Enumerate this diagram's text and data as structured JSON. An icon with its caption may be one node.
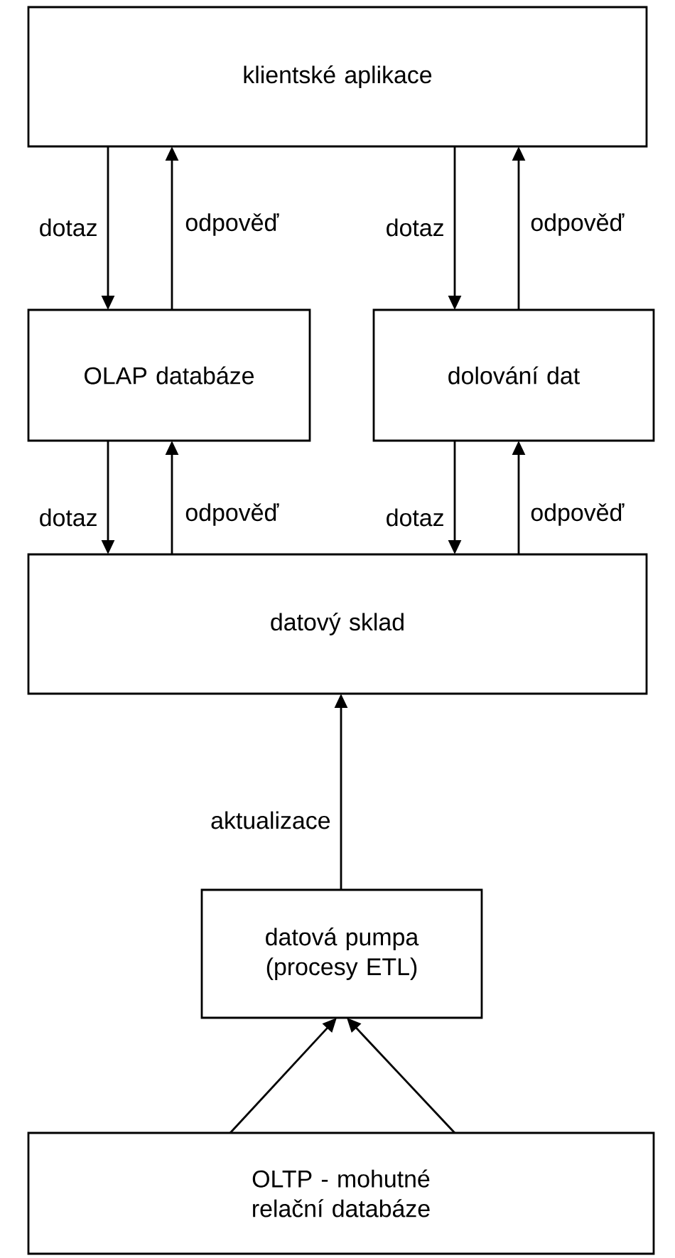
{
  "diagram": {
    "nodes": [
      {
        "text": [
          "klientské aplikace"
        ]
      },
      {
        "text": [
          "OLAP databáze"
        ]
      },
      {
        "text": [
          "dolování dat"
        ]
      },
      {
        "text": [
          "datový sklad"
        ]
      },
      {
        "text": [
          "datová pumpa (procesy ETL)"
        ]
      },
      {
        "text": [
          "OLTP - mohutné relační databáze"
        ]
      }
    ],
    "edges": [
      {
        "from": 0,
        "to": 1,
        "arrow": "to",
        "label": "dotaz"
      },
      {
        "from": 1,
        "to": 0,
        "arrow": "to",
        "label": "odpověď"
      },
      {
        "from": 0,
        "to": 2,
        "arrow": "to",
        "label": "dotaz"
      },
      {
        "from": 2,
        "to": 0,
        "arrow": "to",
        "label": "odpověď"
      },
      {
        "from": 1,
        "to": 3,
        "arrow": "to",
        "label": "dotaz"
      },
      {
        "from": 3,
        "to": 1,
        "arrow": "to",
        "label": "odpověď"
      },
      {
        "from": 2,
        "to": 3,
        "arrow": "to",
        "label": "dotaz"
      },
      {
        "from": 3,
        "to": 2,
        "arrow": "to",
        "label": "odpověď"
      },
      {
        "from": 4,
        "to": 3,
        "arrow": "to",
        "label": "aktualizace"
      },
      {
        "from": 5,
        "to": 4,
        "arrow": "to"
      },
      {
        "from": 5,
        "to": 4,
        "arrow": "to"
      }
    ]
  }
}
